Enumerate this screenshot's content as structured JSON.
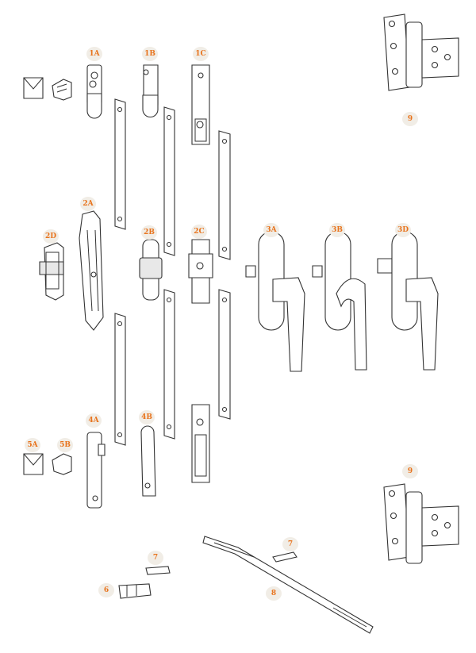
{
  "title": "Window hardware parts diagram",
  "accent_color": "#e8731c",
  "badge_color": "#f1ede6",
  "labels": {
    "l1a": "1A",
    "l1b": "1B",
    "l1c": "1C",
    "l2a": "2A",
    "l2b": "2B",
    "l2c": "2C",
    "l2d": "2D",
    "l3a": "3A",
    "l3b": "3B",
    "l3d": "3D",
    "l4a": "4A",
    "l4b": "4B",
    "l5a": "5A",
    "l5b": "5B",
    "l6": "6",
    "l7a": "7",
    "l7b": "7",
    "l8": "8",
    "l9a": "9",
    "l9b": "9"
  }
}
